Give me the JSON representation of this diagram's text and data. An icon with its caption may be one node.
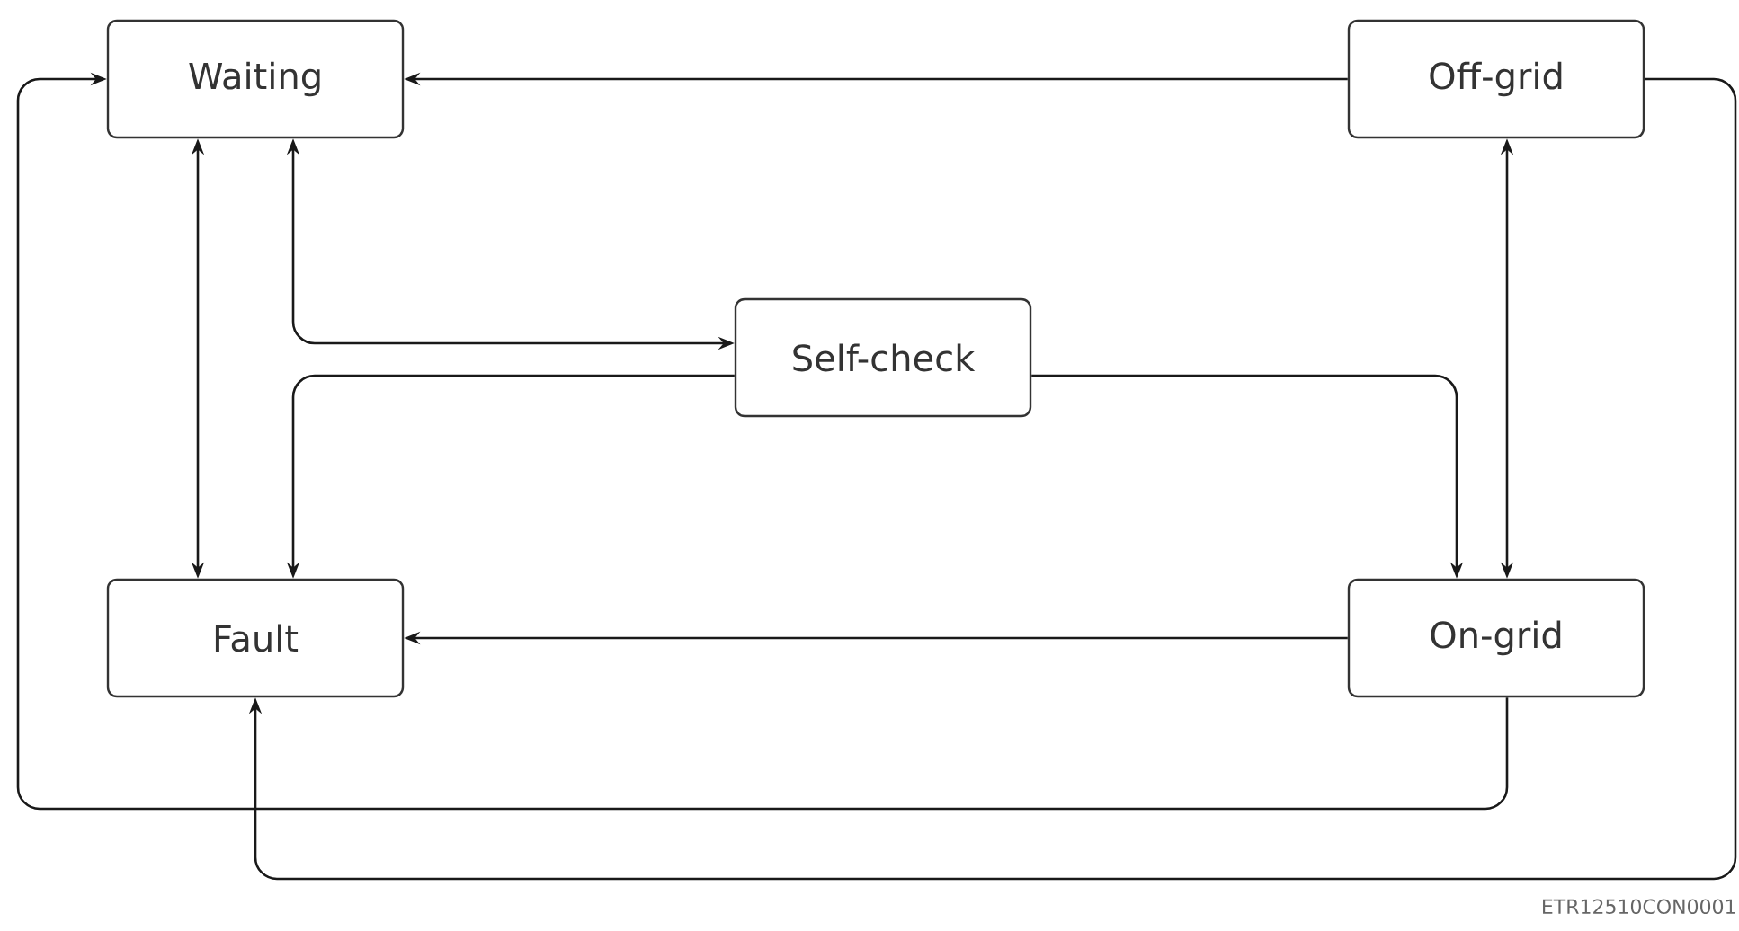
{
  "diagram": {
    "nodes": [
      {
        "text": [
          "Waiting"
        ]
      },
      {
        "text": [
          "Off-grid"
        ]
      },
      {
        "text": [
          "Self-check"
        ]
      },
      {
        "text": [
          "Fault"
        ]
      },
      {
        "text": [
          "On-grid"
        ]
      }
    ],
    "edges": [
      {
        "from": 1,
        "to": 0,
        "arrow": "to"
      },
      {
        "from": 0,
        "to": 3,
        "arrow": "both"
      },
      {
        "from": 0,
        "to": 2,
        "arrow": "both"
      },
      {
        "from": 2,
        "to": 3,
        "arrow": "to"
      },
      {
        "from": 2,
        "to": 4,
        "arrow": "to"
      },
      {
        "from": 1,
        "to": 4,
        "arrow": "both"
      },
      {
        "from": 4,
        "to": 3,
        "arrow": "to"
      },
      {
        "from": 4,
        "to": 0,
        "arrow": "to"
      },
      {
        "from": 1,
        "to": 3,
        "arrow": "to"
      }
    ],
    "labels": [
      "ETR12510CON0001"
    ]
  }
}
